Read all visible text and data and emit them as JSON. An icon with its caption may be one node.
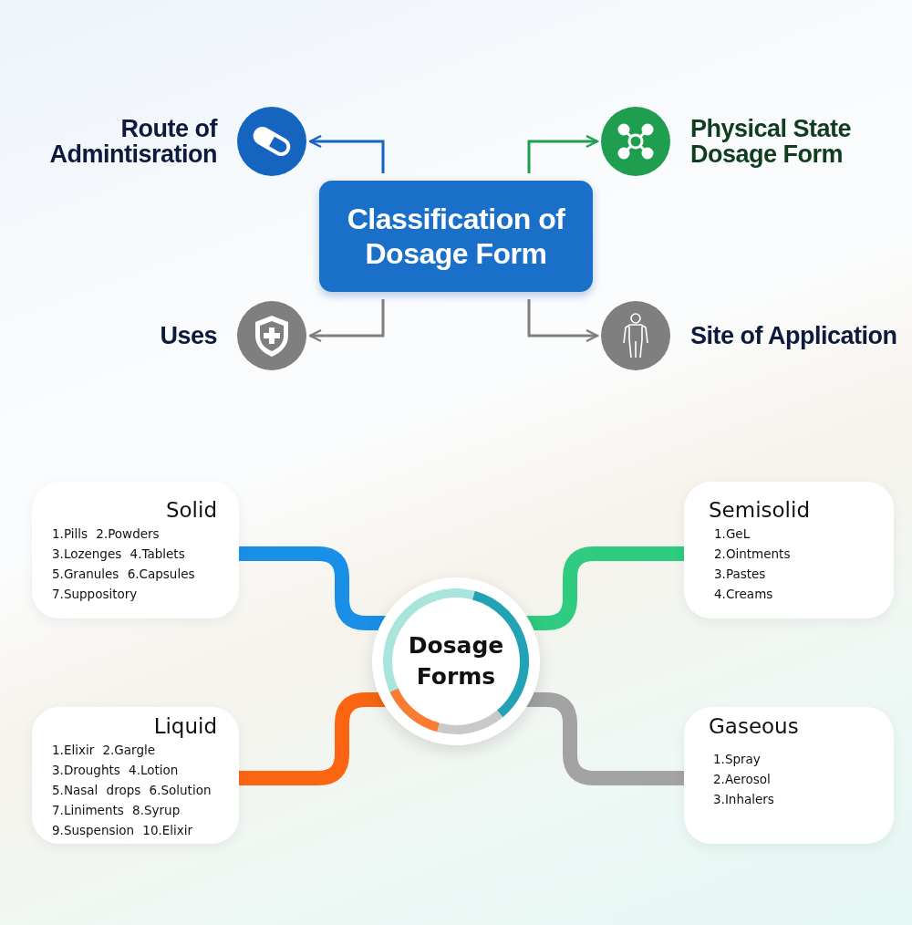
{
  "diagram": {
    "nodes": [
      {
        "text": [
          "Classification of Dosage Form"
        ]
      },
      {
        "text": [
          "Route of Admintisration"
        ]
      },
      {
        "text": [
          "Physical State Dosage Form"
        ]
      },
      {
        "text": [
          "Uses"
        ]
      },
      {
        "text": [
          "Site of Application"
        ]
      },
      {
        "text": [
          "Dosage Forms"
        ]
      },
      {
        "text": [
          "Solid",
          "1.Pills 2.Powders",
          "3.Lozenges 4.Tablets",
          "5.Granules 6.Capsules",
          "7.Suppository"
        ]
      },
      {
        "text": [
          "Semisolid",
          "1.GeL",
          "2.Ointments",
          "3.Pastes",
          "4.Creams"
        ]
      },
      {
        "text": [
          "Liquid",
          "1.Elixir 2.Gargle",
          "3.Droughts 4.Lotion",
          "5.Nasal drops 6.Solution",
          "7.Liniments 8.Syrup",
          "9.Suspension 10.Elixir"
        ]
      },
      {
        "text": [
          "Gaseous",
          "1.Spray",
          "2.Aerosol",
          "3.Inhalers"
        ]
      }
    ],
    "edges": [
      {
        "from": 0,
        "to": 1,
        "arrow": "to",
        "color": "#1565c0"
      },
      {
        "from": 0,
        "to": 2,
        "arrow": "to",
        "color": "#1e9e4e"
      },
      {
        "from": 0,
        "to": 3,
        "arrow": "to",
        "color": "#7f7f7f"
      },
      {
        "from": 0,
        "to": 4,
        "arrow": "to",
        "color": "#7f7f7f"
      },
      {
        "from": 5,
        "to": 6,
        "arrow": "none",
        "style": "thick",
        "color": "#1a8fe8"
      },
      {
        "from": 5,
        "to": 7,
        "arrow": "none",
        "style": "thick",
        "color": "#2ecb80"
      },
      {
        "from": 5,
        "to": 8,
        "arrow": "none",
        "style": "thick",
        "color": "#fb6512"
      },
      {
        "from": 5,
        "to": 9,
        "arrow": "none",
        "style": "thick",
        "color": "#a3a3a3"
      }
    ]
  }
}
